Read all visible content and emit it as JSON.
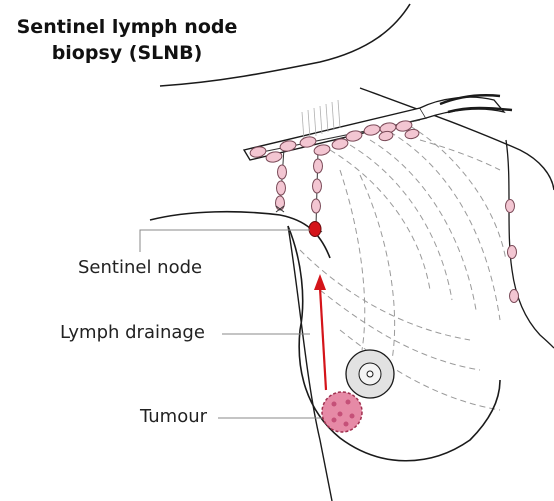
{
  "title": {
    "line1": "Sentinel lymph node",
    "line2": "biopsy (SLNB)"
  },
  "labels": {
    "sentinel_node": "Sentinel node",
    "lymph_drainage": "Lymph drainage",
    "tumour": "Tumour"
  },
  "colors": {
    "outline": "#1a1a1a",
    "dashed": "#9a9a9a",
    "node_fill": "#f3c6d2",
    "node_stroke": "#7a4a58",
    "sentinel_fill": "#d4141a",
    "arrow": "#d4141a",
    "tumour_fill": "#e68aa6",
    "tumour_stroke": "#a0304f",
    "nipple_fill": "#e2e2e2"
  }
}
